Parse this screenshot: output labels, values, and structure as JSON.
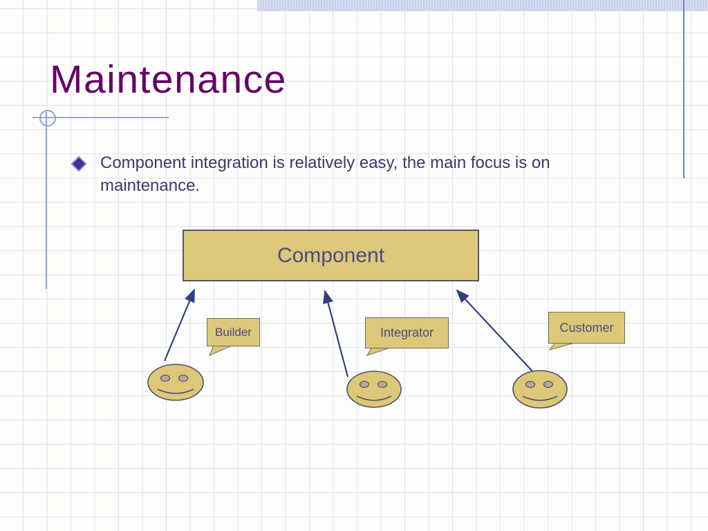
{
  "slide": {
    "title": "Maintenance",
    "bullet": {
      "icon": "diamond-bullet-icon",
      "text": "Component integration is relatively easy, the main focus is on maintenance."
    },
    "diagram": {
      "component_box_label": "Component",
      "callouts": [
        {
          "label": "Builder"
        },
        {
          "label": "Integrator"
        },
        {
          "label": "Customer"
        }
      ],
      "persons": [
        {
          "icon": "smiley-face-icon",
          "role": "builder"
        },
        {
          "icon": "smiley-face-icon",
          "role": "integrator"
        },
        {
          "icon": "smiley-face-icon",
          "role": "customer"
        }
      ],
      "arrows": "each person points to the Component box"
    },
    "colors": {
      "title_text": "#670067",
      "body_text": "#39396d",
      "shape_fill": "#dcc878",
      "shape_border": "#55555f",
      "shape_text": "#4b4b7e",
      "arrow": "#333f7d",
      "grid_line": "#dde1f1",
      "accent_line": "#93a2d6",
      "top_band": "#cdd6ec",
      "right_line": "#6f81bd",
      "bullet_diamond": "#4b2f9f"
    }
  }
}
